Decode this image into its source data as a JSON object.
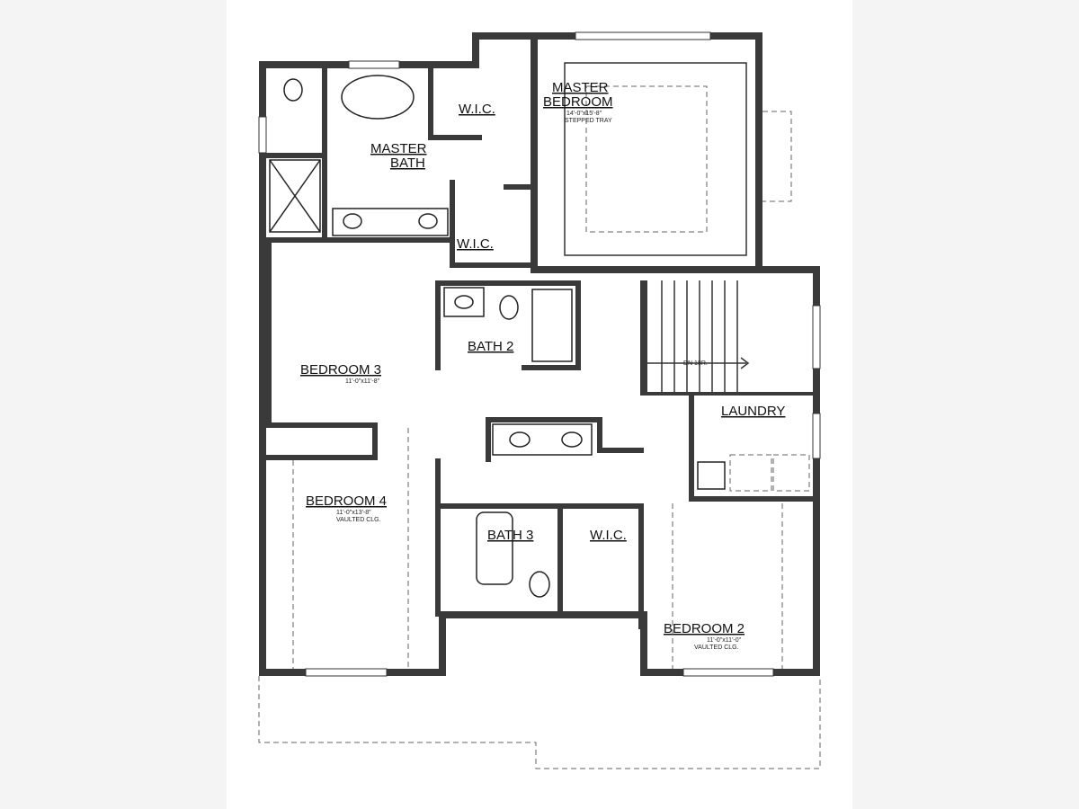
{
  "rooms": {
    "master_bedroom": {
      "name_line1": "MASTER",
      "name_line2": "BEDROOM",
      "size": "14'-0\"x15'-8\"",
      "note": "STEPPED TRAY"
    },
    "master_bath": {
      "name_line1": "MASTER",
      "name_line2": "BATH"
    },
    "wic_top": {
      "name": "W.I.C."
    },
    "wic_mid": {
      "name": "W.I.C."
    },
    "wic_bottom": {
      "name": "W.I.C."
    },
    "bedroom3": {
      "name": "BEDROOM 3",
      "size": "11'-0\"x11'-8\""
    },
    "bath2": {
      "name": "BATH 2"
    },
    "laundry": {
      "name": "LAUNDRY"
    },
    "bedroom4": {
      "name": "BEDROOM 4",
      "size": "11'-0\"x13'-8\"",
      "note": "VAULTED CLG."
    },
    "bath3": {
      "name": "BATH 3"
    },
    "bedroom2": {
      "name": "BEDROOM 2",
      "size": "11'-0\"x11'-0\"",
      "note": "VAULTED CLG."
    }
  },
  "stairs": {
    "label": "DN 18R."
  }
}
